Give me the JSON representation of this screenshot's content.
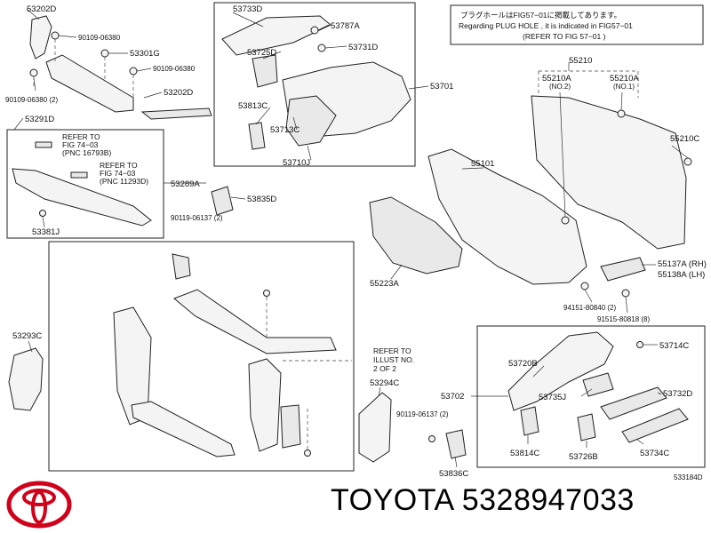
{
  "labels": {
    "p53202d_top": "53202D",
    "p90109_06380_a": "90109-06380",
    "p53301g": "53301G",
    "p90109_06380_b": "90109-06380",
    "p53202d_mid": "53202D",
    "p90109_06380_2": "90109-06380 (2)",
    "p53291d": "53291D",
    "p53289a": "53289A",
    "p53381j": "53381J",
    "p53733d": "53733D",
    "p53787a": "53787A",
    "p53731d": "53731D",
    "p53725d": "53725D",
    "p53701": "53701",
    "p53813c": "53813C",
    "p53713c": "53713C",
    "p53710j": "53710J",
    "p53835d": "53835D",
    "p90119_06137_2a": "90119-06137 (2)",
    "p55210": "55210",
    "p55210a_1": "55210A",
    "p55210a_no2": "(NO.2)",
    "p55210a_2": "55210A",
    "p55210a_no1": "(NO.1)",
    "p55210c": "55210C",
    "p55101": "55101",
    "p55223a": "55223A",
    "p55137a": "55137A (RH)",
    "p55138a": "55138A (LH)",
    "p94151": "94151-80840 (2)",
    "p91515": "91515-80818 (8)",
    "p53293c": "53293C",
    "p53294c": "53294C",
    "p90119_06137_2b": "90119-06137 (2)",
    "p53836c": "53836C",
    "p53702": "53702",
    "p53720b": "53720B",
    "p53714c": "53714C",
    "p53735j": "53735J",
    "p53732d": "53732D",
    "p53814c": "53814C",
    "p53726b": "53726B",
    "p53734c": "53734C",
    "code": "533184D"
  },
  "notes": {
    "plug_hole_jp": "プラグホールはFIG57−01に掲載してあります。",
    "plug_hole_en1": "Regarding PLUG HOLE , it is indicated in FIG57−01",
    "plug_hole_en2": "(REFER TO FIG 57−01 )",
    "refer1_l1": "REFER TO",
    "refer1_l2": "FIG 74−03",
    "refer1_l3": "(PNC 16793B)",
    "refer2_l1": "REFER TO",
    "refer2_l2": "FIG 74−03",
    "refer2_l3": "(PNC 11293D)",
    "illust_l1": "REFER TO",
    "illust_l2": "ILLUST NO.",
    "illust_l3": "2 OF 2"
  },
  "footer": {
    "brand": "TOYOTA 5328947033"
  },
  "colors": {
    "logo_red": "#d0021b",
    "line": "#222222",
    "background": "#ffffff"
  },
  "icons": {
    "logo": "toyota-logo-icon"
  }
}
